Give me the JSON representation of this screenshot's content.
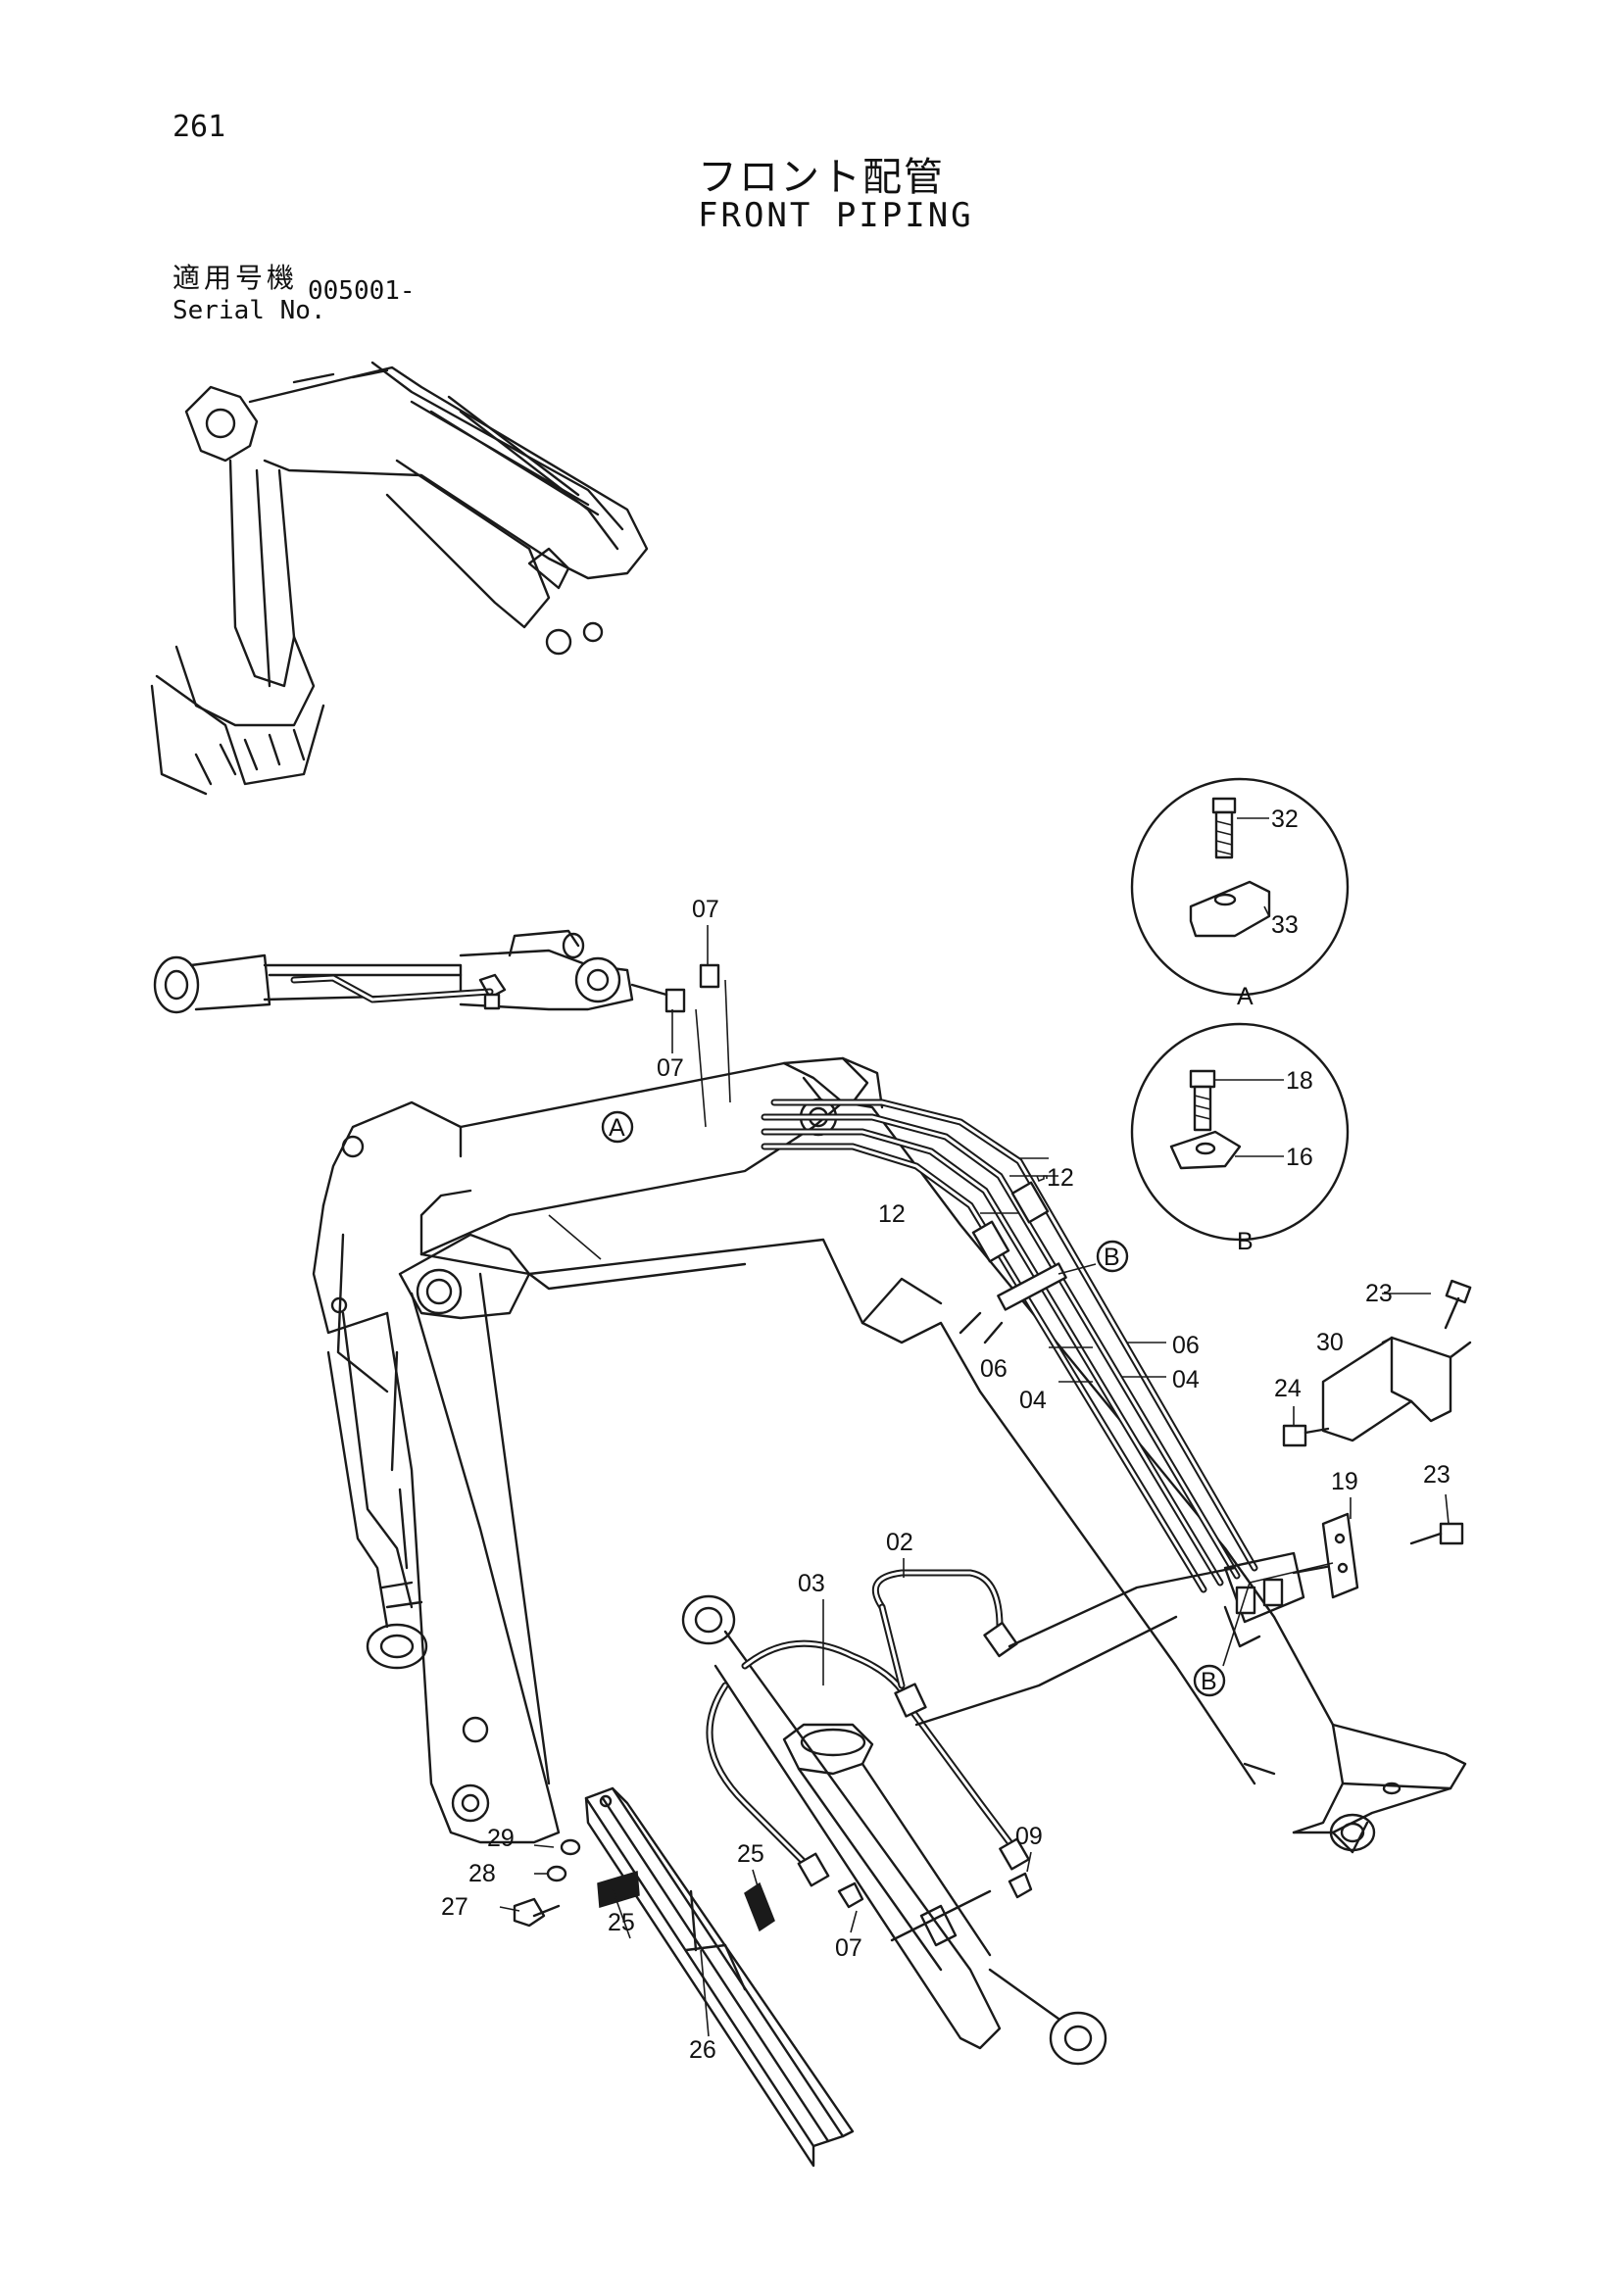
{
  "header": {
    "page_number": "261",
    "title_jp": "フロント配管",
    "title_en": "FRONT PIPING",
    "serial_label_jp": "適用号機",
    "serial_label_en": "Serial No.",
    "serial_value": "005001-"
  },
  "callouts": [
    "02",
    "03",
    "04",
    "04",
    "06",
    "06",
    "07",
    "07",
    "07",
    "09",
    "12",
    "12",
    "16",
    "18",
    "19",
    "23",
    "23",
    "24",
    "25",
    "25",
    "26",
    "27",
    "28",
    "29",
    "30",
    "32",
    "33"
  ],
  "detail_views": [
    {
      "id": "A",
      "label": "A",
      "parts": [
        "32",
        "33"
      ]
    },
    {
      "id": "B",
      "label": "B",
      "parts": [
        "18",
        "16"
      ]
    }
  ],
  "view_markers": [
    "A",
    "B",
    "B"
  ]
}
